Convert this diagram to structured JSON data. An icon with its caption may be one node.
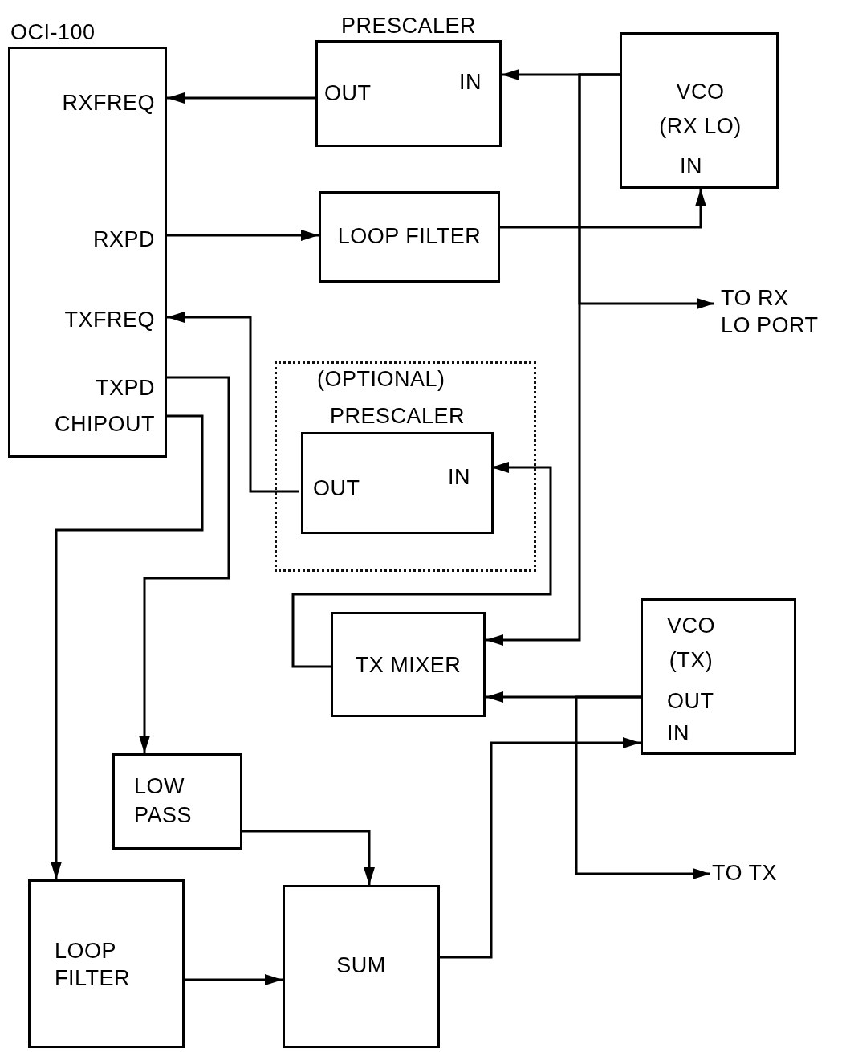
{
  "diagram": {
    "nodes": [
      {
        "text": [
          "OCI-100",
          "RXFREQ",
          "RXPD",
          "TXFREQ",
          "TXPD",
          "CHIPOUT"
        ]
      },
      {
        "text": [
          "PRESCALER",
          "OUT",
          "IN"
        ]
      },
      {
        "text": [
          "VCO (RX LO)",
          "IN"
        ]
      },
      {
        "text": [
          "LOOP FILTER"
        ]
      },
      {
        "text": [
          "TO RX LO PORT"
        ]
      },
      {
        "text": [
          "(OPTIONAL)"
        ]
      },
      {
        "text": [
          "PRESCALER",
          "OUT",
          "IN"
        ],
        "in": 5
      },
      {
        "text": [
          "TX MIXER"
        ]
      },
      {
        "text": [
          "VCO (TX)",
          "OUT",
          "IN"
        ]
      },
      {
        "text": [
          "LOW PASS"
        ]
      },
      {
        "text": [
          "TO TX"
        ]
      },
      {
        "text": [
          "LOOP FILTER"
        ]
      },
      {
        "text": [
          "SUM"
        ]
      }
    ],
    "edges": [
      {
        "from": 2,
        "to": 1,
        "arrow": "to"
      },
      {
        "from": 2,
        "to": 7,
        "arrow": "to"
      },
      {
        "from": 2,
        "to": 4,
        "arrow": "to"
      },
      {
        "from": 1,
        "to": 0,
        "arrow": "to"
      },
      {
        "from": 0,
        "to": 3,
        "arrow": "to"
      },
      {
        "from": 3,
        "to": 2,
        "arrow": "to"
      },
      {
        "from": 6,
        "to": 0,
        "arrow": "to"
      },
      {
        "from": 7,
        "to": 6,
        "arrow": "to"
      },
      {
        "from": 8,
        "to": 7,
        "arrow": "to"
      },
      {
        "from": 8,
        "to": 10,
        "arrow": "to"
      },
      {
        "from": 0,
        "to": 9,
        "arrow": "to"
      },
      {
        "from": 0,
        "to": 11,
        "arrow": "to"
      },
      {
        "from": 9,
        "to": 12,
        "arrow": "to"
      },
      {
        "from": 11,
        "to": 12,
        "arrow": "to"
      },
      {
        "from": 12,
        "to": 8,
        "arrow": "to"
      }
    ]
  }
}
